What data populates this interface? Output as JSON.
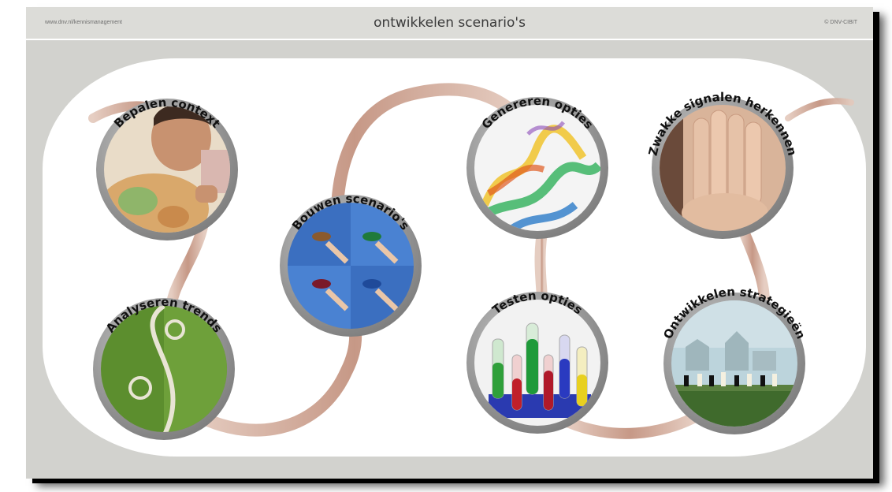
{
  "header": {
    "url": "www.dnv.nl/kennismanagement",
    "title": "ontwikkelen scenario's",
    "copyright": "© DNV-CIBIT"
  },
  "steps": [
    {
      "label": "Bepalen context",
      "image": "child-with-globe"
    },
    {
      "label": "Analyseren trends",
      "image": "grass-yin-yang"
    },
    {
      "label": "Bouwen scenario's",
      "image": "hands-holding-paint-cups"
    },
    {
      "label": "Genereren opties",
      "image": "colored-smoke"
    },
    {
      "label": "Testen opties",
      "image": "test-tubes"
    },
    {
      "label": "Zwakke signalen herkennen",
      "image": "hands-over-face"
    },
    {
      "label": "Ontwikkelen strategieën",
      "image": "chess-skyline"
    }
  ],
  "colors": {
    "ribbon": "#c9a08e",
    "ring": "#8e8e8e",
    "panel": "#ffffff",
    "background": "#d2d2ce"
  }
}
